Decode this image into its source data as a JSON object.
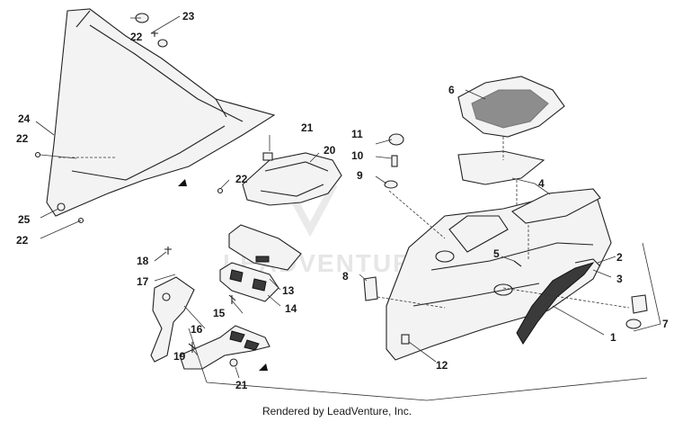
{
  "callouts": [
    "1",
    "2",
    "3",
    "4",
    "5",
    "6",
    "7",
    "8",
    "9",
    "10",
    "11",
    "12",
    "13",
    "14",
    "15",
    "16",
    "17",
    "18",
    "19",
    "20",
    "21",
    "22",
    "23",
    "24",
    "25"
  ],
  "extra_labels": {
    "label_21b": "21",
    "label_22b": "22",
    "label_22c": "22",
    "label_22d": "22",
    "label_22e": "22"
  },
  "watermark": "LEADVENTURE",
  "footer": "Rendered by LeadVenture, Inc."
}
